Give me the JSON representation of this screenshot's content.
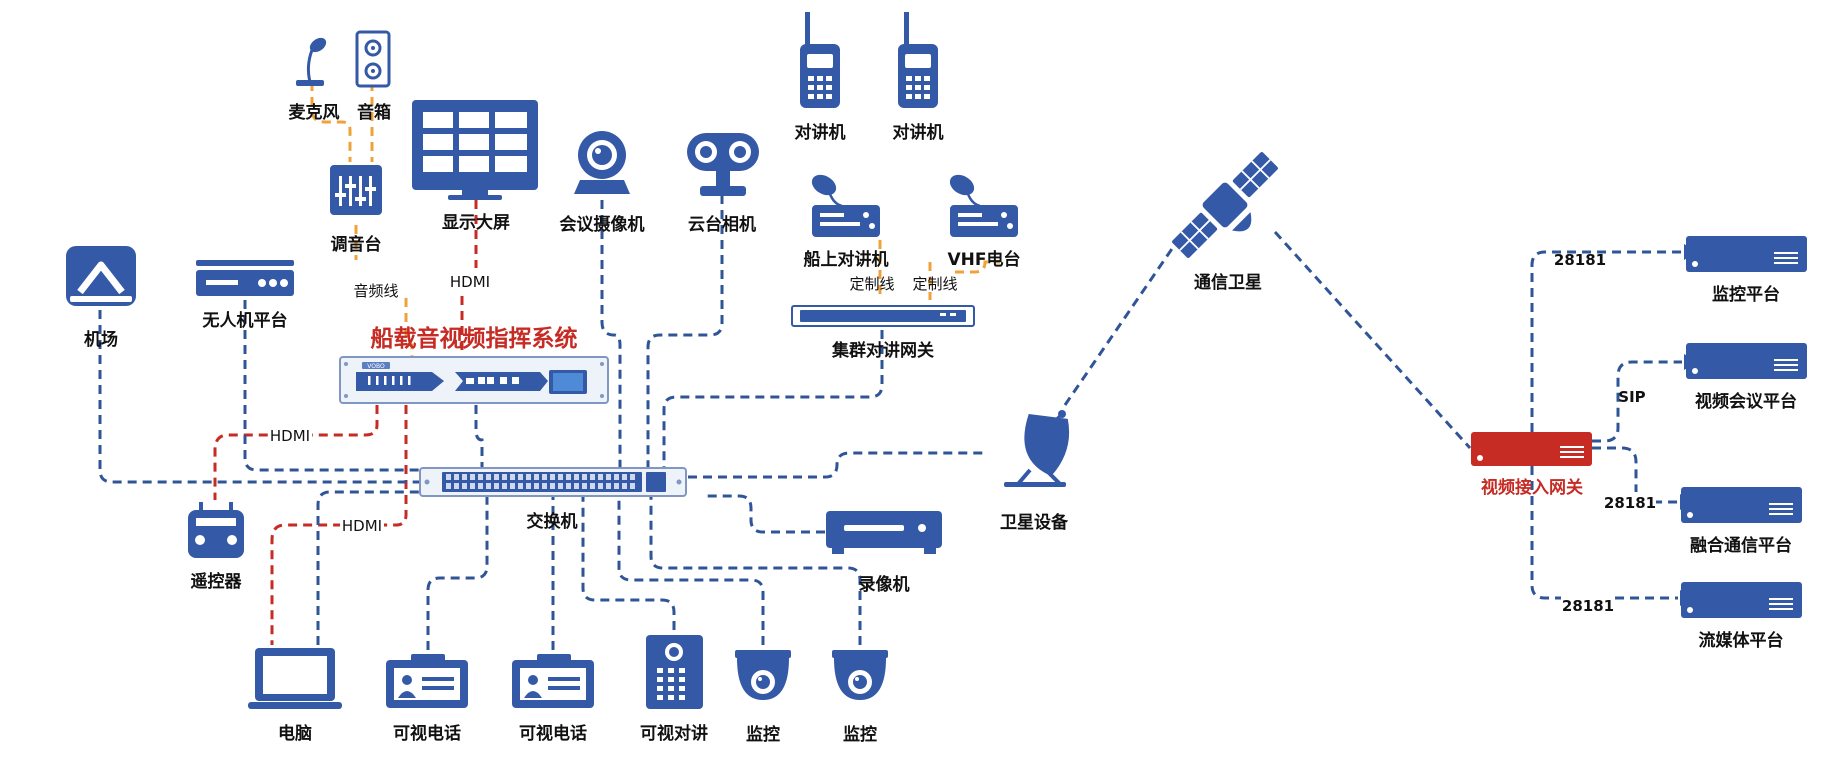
{
  "title": "船载音视频指挥系统",
  "colors": {
    "primary_blue": "#3459a6",
    "line_blue": "#2f5597",
    "orange": "#f0a23a",
    "red": "#c62b24"
  },
  "nodes": {
    "microphone": "麦克风",
    "speaker": "音箱",
    "mixer": "调音台",
    "display": "显示大屏",
    "conf_camera": "会议摄像机",
    "ptz_camera": "云台相机",
    "radio1": "对讲机",
    "radio2": "对讲机",
    "ship_radio": "船上对讲机",
    "vhf": "VHF电台",
    "cluster_gateway": "集群对讲网关",
    "satellite": "通信卫星",
    "airport": "机场",
    "uav_platform": "无人机平台",
    "switch": "交换机",
    "satellite_device": "卫星设备",
    "remote": "遥控器",
    "recorder": "录像机",
    "pc": "电脑",
    "videophone1": "可视电话",
    "videophone2": "可视电话",
    "intercom": "可视对讲",
    "camera1": "监控",
    "camera2": "监控",
    "video_gateway": "视频接入网关",
    "monitor_platform": "监控平台",
    "vconf_platform": "视频会议平台",
    "fusion_platform": "融合通信平台",
    "media_platform": "流媒体平台"
  },
  "link_labels": {
    "audio": "音频线",
    "hdmi_display": "HDMI",
    "hdmi_uav": "HDMI",
    "hdmi_pc": "HDMI",
    "custom1": "定制线",
    "custom2": "定制线",
    "p28181_monitor": "28181",
    "sip": "SIP",
    "p28181_fusion": "28181",
    "p28181_media": "28181"
  },
  "device_text": {
    "controller_badge": "VOBO"
  },
  "icons": [
    "microphone-icon",
    "speaker-icon",
    "mixer-icon",
    "display-icon",
    "conf-camera-icon",
    "ptz-camera-icon",
    "walkie-talkie-icon",
    "radio-station-icon",
    "gateway-icon",
    "satellite-icon",
    "airport-icon",
    "uav-platform-icon",
    "controller-icon",
    "switch-icon",
    "satellite-dish-icon",
    "remote-icon",
    "recorder-icon",
    "laptop-icon",
    "videophone-icon",
    "intercom-icon",
    "dome-camera-icon",
    "server-icon"
  ]
}
